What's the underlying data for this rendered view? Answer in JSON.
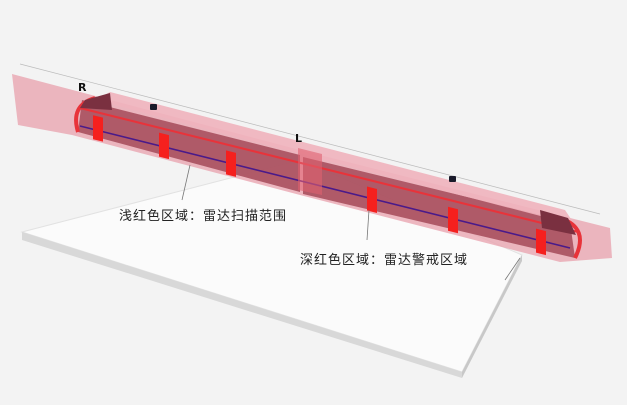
{
  "markers": {
    "r": "R",
    "l": "L"
  },
  "annotations": {
    "light_zone": "浅红色区域：雷达扫描范围",
    "dark_zone": "深红色区域：雷达警戒区域"
  },
  "colors": {
    "scan_zone": "#e8a0ac",
    "alert_zone": "#c9374f",
    "train_body": "#e8333a",
    "stripe": "#4a1a8a"
  }
}
